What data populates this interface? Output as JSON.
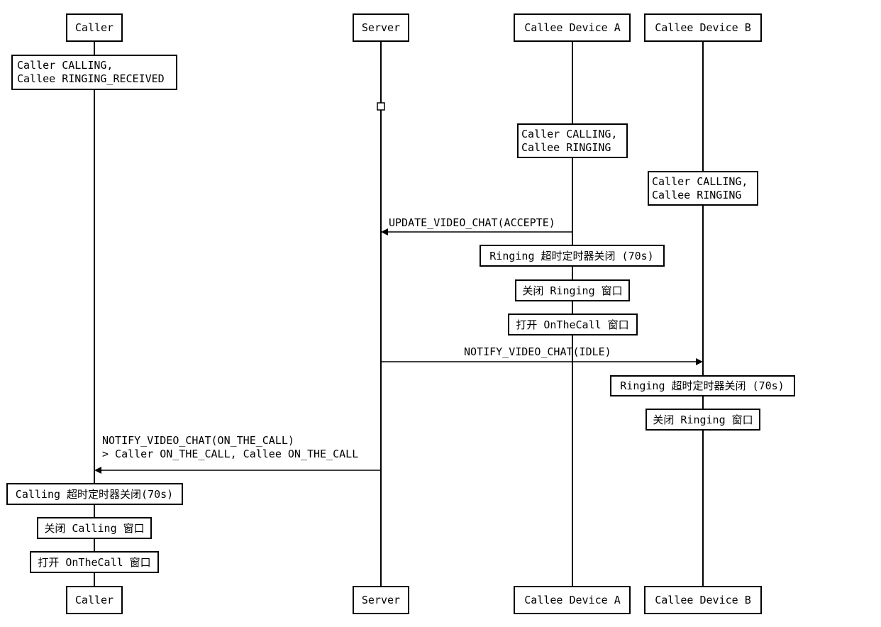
{
  "participants": {
    "caller": "Caller",
    "server": "Server",
    "device_a": "Callee Device A",
    "device_b": "Callee Device B"
  },
  "notes": {
    "caller_initial": [
      "Caller CALLING,",
      "Callee RINGING_RECEIVED"
    ],
    "device_a_initial": [
      "Caller CALLING,",
      "Callee RINGING"
    ],
    "device_b_initial": [
      "Caller CALLING,",
      "Callee RINGING"
    ],
    "device_a_ringing_timer": "Ringing 超时定时器关闭 (70s)",
    "device_a_close_ringing": "关闭 Ringing 窗口",
    "device_a_open_oncall": "打开 OnTheCall 窗口",
    "device_b_ringing_timer": "Ringing 超时定时器关闭 (70s)",
    "device_b_close_ringing": "关闭 Ringing 窗口",
    "caller_calling_timer": "Calling 超时定时器关闭(70s)",
    "caller_close_calling": "关闭 Calling 窗口",
    "caller_open_oncall": "打开 OnTheCall 窗口"
  },
  "messages": {
    "update_accept": "UPDATE_VIDEO_CHAT(ACCEPTE)",
    "notify_idle": "NOTIFY_VIDEO_CHAT(IDLE)",
    "notify_on_call": [
      "NOTIFY_VIDEO_CHAT(ON_THE_CALL)",
      "> Caller ON_THE_CALL, Callee ON_THE_CALL"
    ]
  }
}
